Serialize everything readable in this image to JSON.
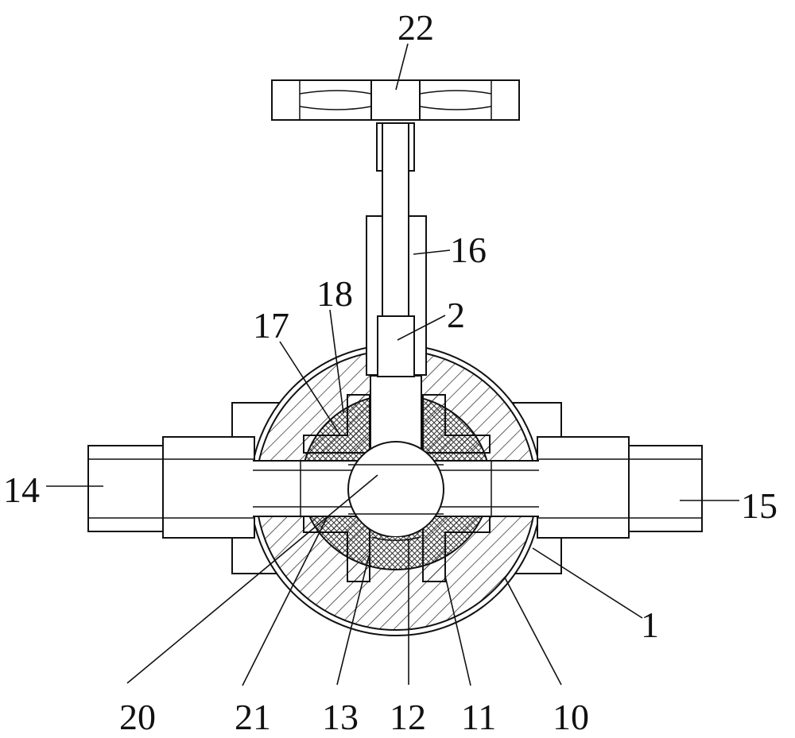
{
  "labels": {
    "l22": "22",
    "l16": "16",
    "l18": "18",
    "l17": "17",
    "l2": "2",
    "l14": "14",
    "l15": "15",
    "l1": "1",
    "l20": "20",
    "l21": "21",
    "l13": "13",
    "l12": "12",
    "l11": "11",
    "l10": "10"
  }
}
